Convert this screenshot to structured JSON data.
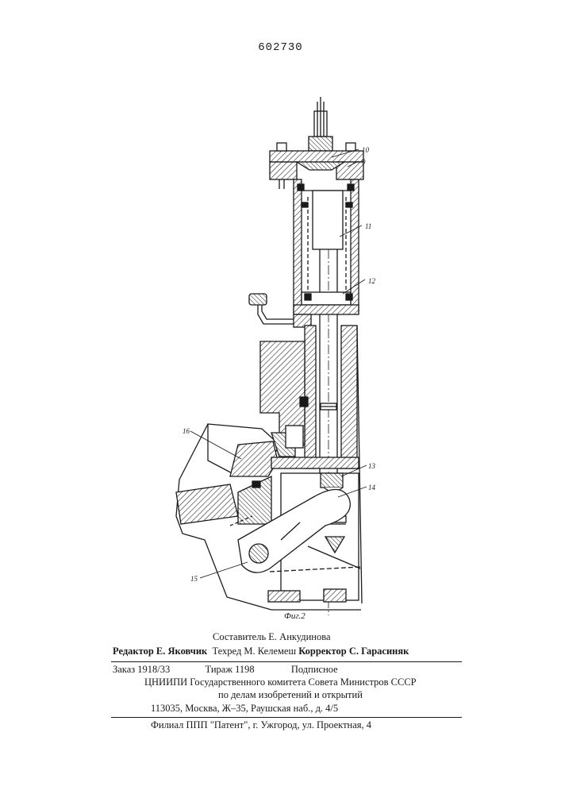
{
  "header": {
    "patent_number": "602730"
  },
  "figure": {
    "caption": "Фиг.2",
    "labels": {
      "l10": "10",
      "l9": "9",
      "l11": "11",
      "l12": "12",
      "l16": "16",
      "l13": "13",
      "l14": "14",
      "l15": "15"
    }
  },
  "imprint": {
    "compiler": "Составитель Е. Анкудинова",
    "editor": "Редактор Е. Яковчик",
    "techred": "Техред М. Келемеш",
    "corrector": "Корректор С. Гарасиняк",
    "order": "Заказ 1918/33",
    "circulation": "Тираж 1198",
    "subscription": "Подписное",
    "institute": "ЦНИИПИ Государственного комитета Совета Министров СССР",
    "affairs": "по делам изобретений и открытий",
    "address": "113035, Москва, Ж–35, Раушская наб., д. 4/5",
    "branch": "Филиал ППП \"Патент\", г. Ужгород, ул. Проектная, 4"
  }
}
